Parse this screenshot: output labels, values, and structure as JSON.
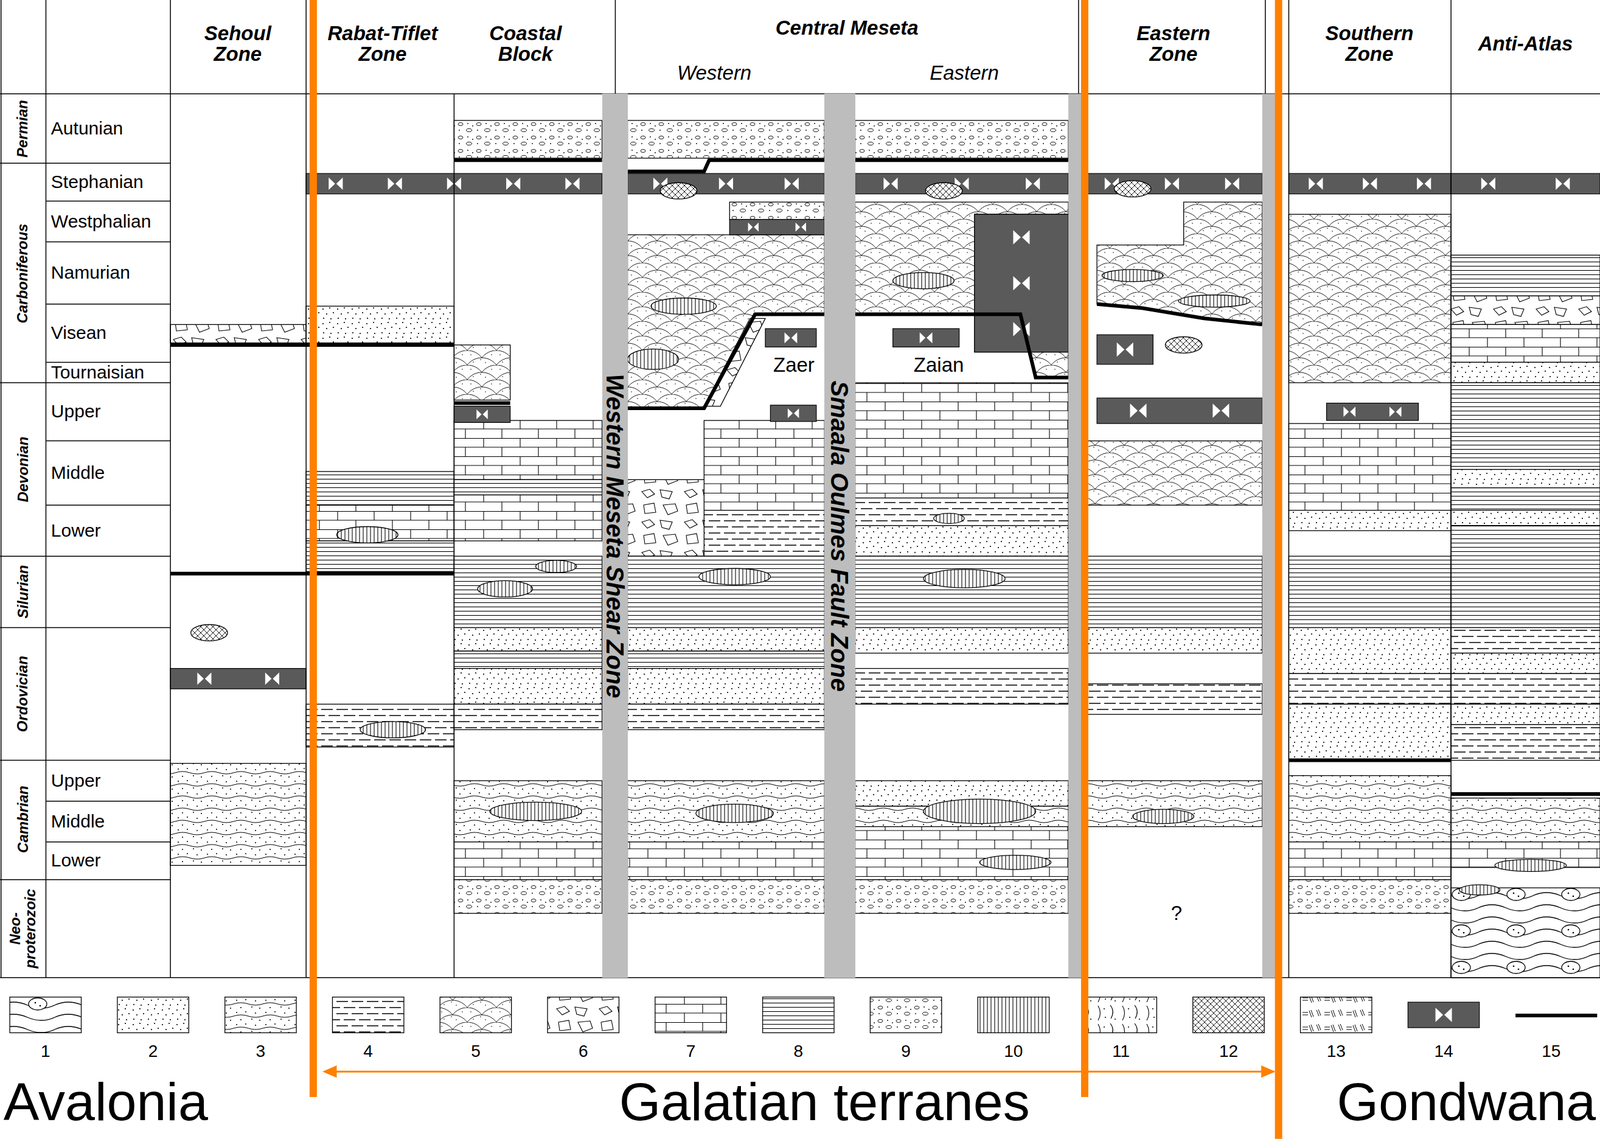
{
  "diagram": {
    "nodes": [
      {
        "text": [
          "Western Meseta Shear Zone"
        ]
      },
      {
        "text": [
          "Smaala Oulmes Fault Zone"
        ]
      }
    ],
    "labels": [
      "Sehoul Zone",
      "Rabat-Tiflet Zone",
      "Coastal Block",
      "Central Meseta",
      "Western",
      "Eastern",
      "Eastern Zone",
      "Southern Zone",
      "Anti-Atlas",
      "Permian",
      "Carboniferous",
      "Devonian",
      "Silurian",
      "Ordovician",
      "Cambrian",
      "Neo- proterozoic",
      "Autunian",
      "Stephanian",
      "Westphalian",
      "Namurian",
      "Visean",
      "Tournaisian",
      "Upper",
      "Middle",
      "Lower",
      "Upper",
      "Middle",
      "Lower",
      "Zaer",
      "Zaian",
      "?",
      "Avalonia",
      "Galatian terranes",
      "Gondwana"
    ],
    "legend": [
      {
        "text": "1"
      },
      {
        "text": "2"
      },
      {
        "text": "3"
      },
      {
        "text": "4"
      },
      {
        "text": "5"
      },
      {
        "text": "6"
      },
      {
        "text": "7"
      },
      {
        "text": "8"
      },
      {
        "text": "9"
      },
      {
        "text": "10"
      },
      {
        "text": "11"
      },
      {
        "text": "12"
      },
      {
        "text": "13"
      },
      {
        "text": "14"
      },
      {
        "text": "15"
      }
    ]
  }
}
